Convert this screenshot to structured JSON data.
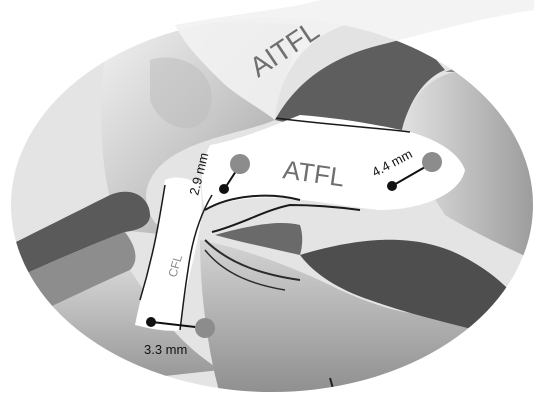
{
  "labels": {
    "aitfl": "AITFL",
    "atfl": "ATFL",
    "cfl": "CFL"
  },
  "measurements": {
    "atfl_distance": "4.4 mm",
    "cfl_upper_distance": "2.9 mm",
    "cfl_lower_distance": "3.3 mm"
  },
  "colors": {
    "ligament": "#ffffff",
    "bone_light": "#d6d6d6",
    "bone_mid": "#a9a9a9",
    "bone_dark": "#5c5c5c",
    "marker_gray": "#8c8c8c",
    "marker_black": "#111111"
  }
}
